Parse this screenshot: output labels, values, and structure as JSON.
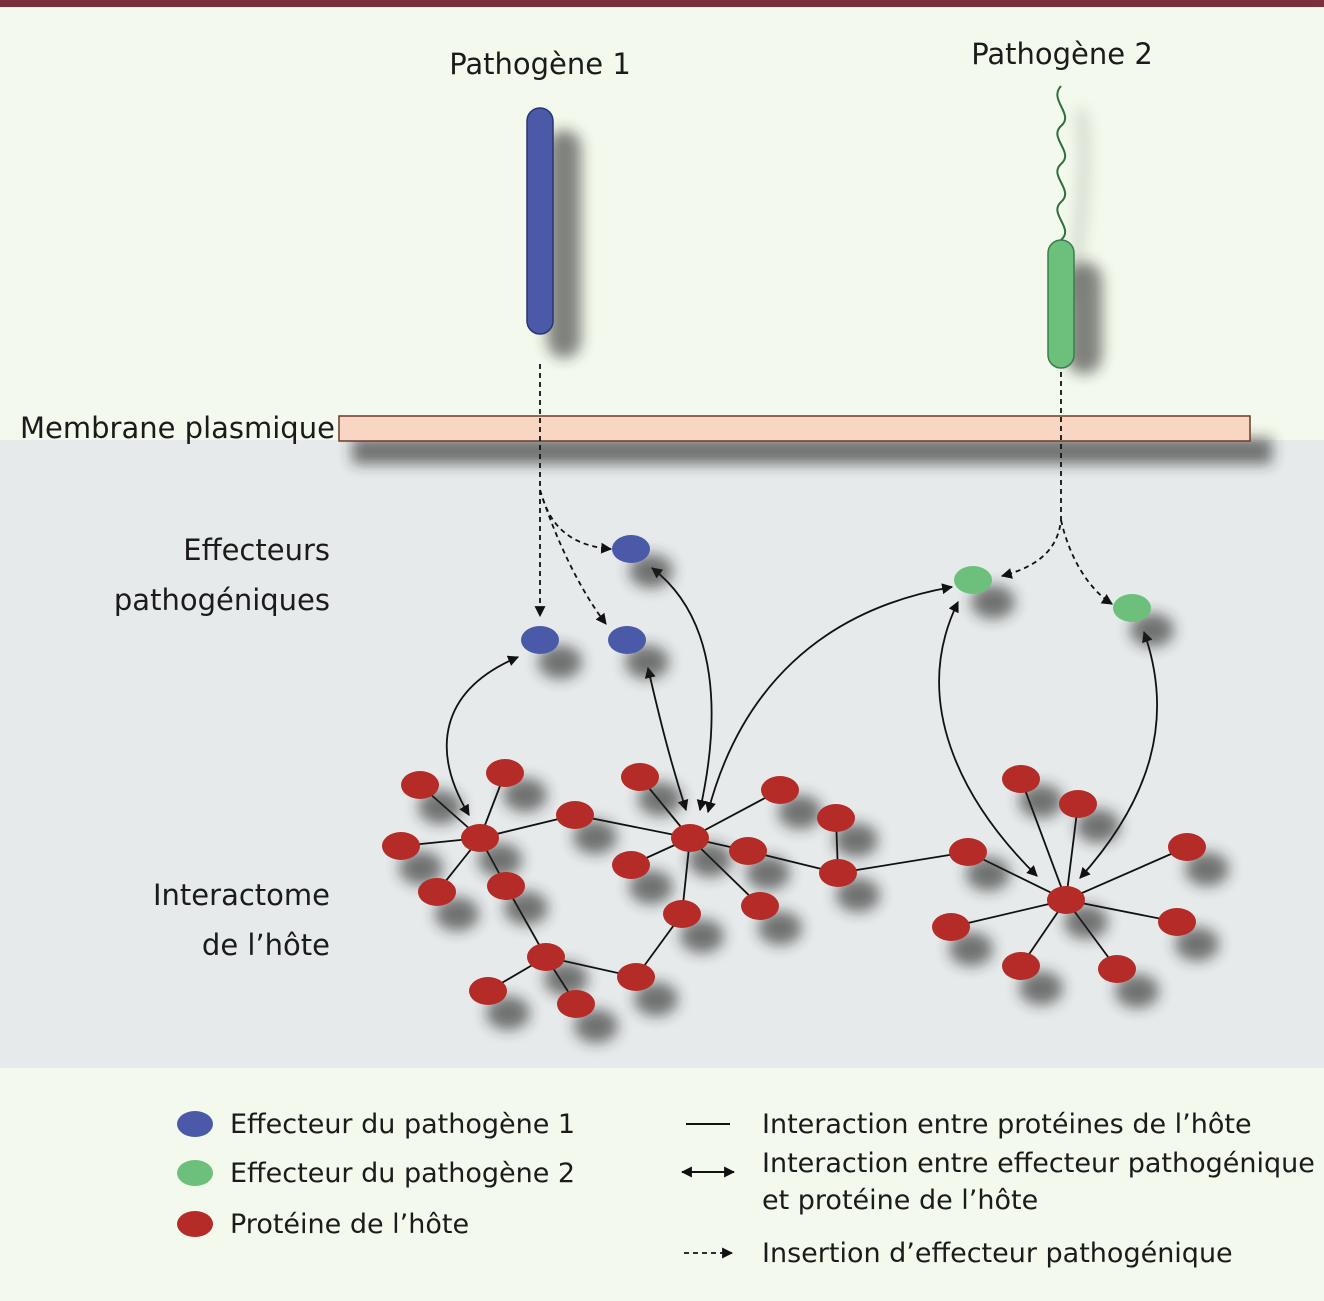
{
  "labels": {
    "pathogen1": "Pathogène 1",
    "pathogen2": "Pathogène 2",
    "membrane": "Membrane plasmique",
    "effectors_line1": "Effecteurs",
    "effectors_line2": "pathogéniques",
    "interactome_line1": "Interactome",
    "interactome_line2": "de l’hôte"
  },
  "legend": {
    "effector1": "Effecteur du pathogène 1",
    "effector2": "Effecteur du pathogène 2",
    "host_protein": "Protéine de l’hôte",
    "host_interaction": "Interaction entre protéines de l’hôte",
    "effector_interaction_line1": "Interaction entre effecteur pathogénique",
    "effector_interaction_line2": "et protéine de l’hôte",
    "insertion": "Insertion d’effecteur pathogénique"
  },
  "colors": {
    "pathogen1": "#4a5aa8",
    "pathogen2": "#6cc07c",
    "host_protein": "#b52b27",
    "membrane": "#f9d6c4",
    "top_bar": "#7a2f3a",
    "extracellular": "#f3f9ec",
    "cytoplasm": "#e6eaea"
  }
}
